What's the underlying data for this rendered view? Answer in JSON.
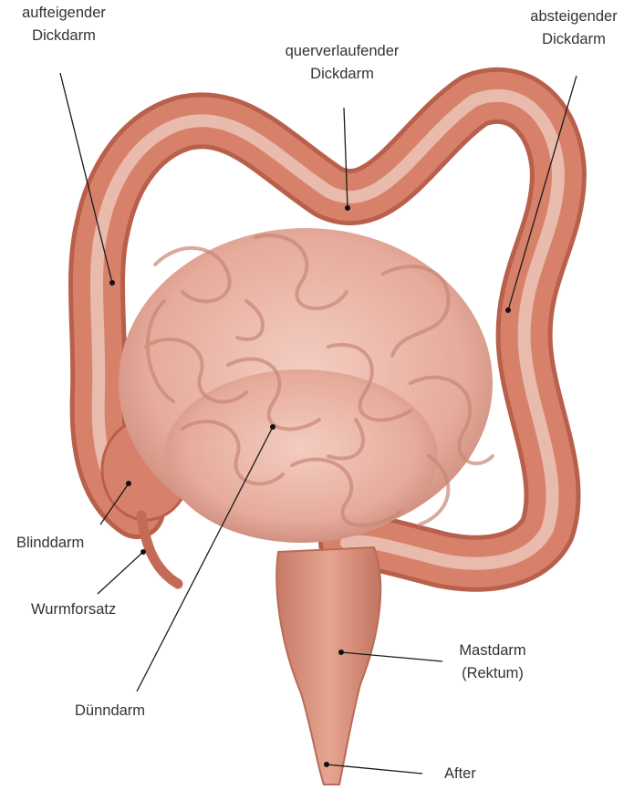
{
  "labels": {
    "ascending": [
      "aufteigender",
      "Dickdarm"
    ],
    "transverse": [
      "querverlaufender",
      "Dickdarm"
    ],
    "descending": [
      "absteigender",
      "Dickdarm"
    ],
    "cecum": "Blinddarm",
    "appendix": "Wurmforsatz",
    "small_intestine": "Dünndarm",
    "rectum": [
      "Mastdarm",
      "(Rektum)"
    ],
    "anus": "After"
  },
  "colors": {
    "colon": "#d8816a",
    "colon_dark": "#b8604c",
    "colon_band": "#ecc6b8",
    "small_intestine": "#eab5a6",
    "small_intestine_shade": "#c98778",
    "rectum": "#d98e79",
    "leader_line": "#1a1a1a",
    "text": "#333333"
  }
}
